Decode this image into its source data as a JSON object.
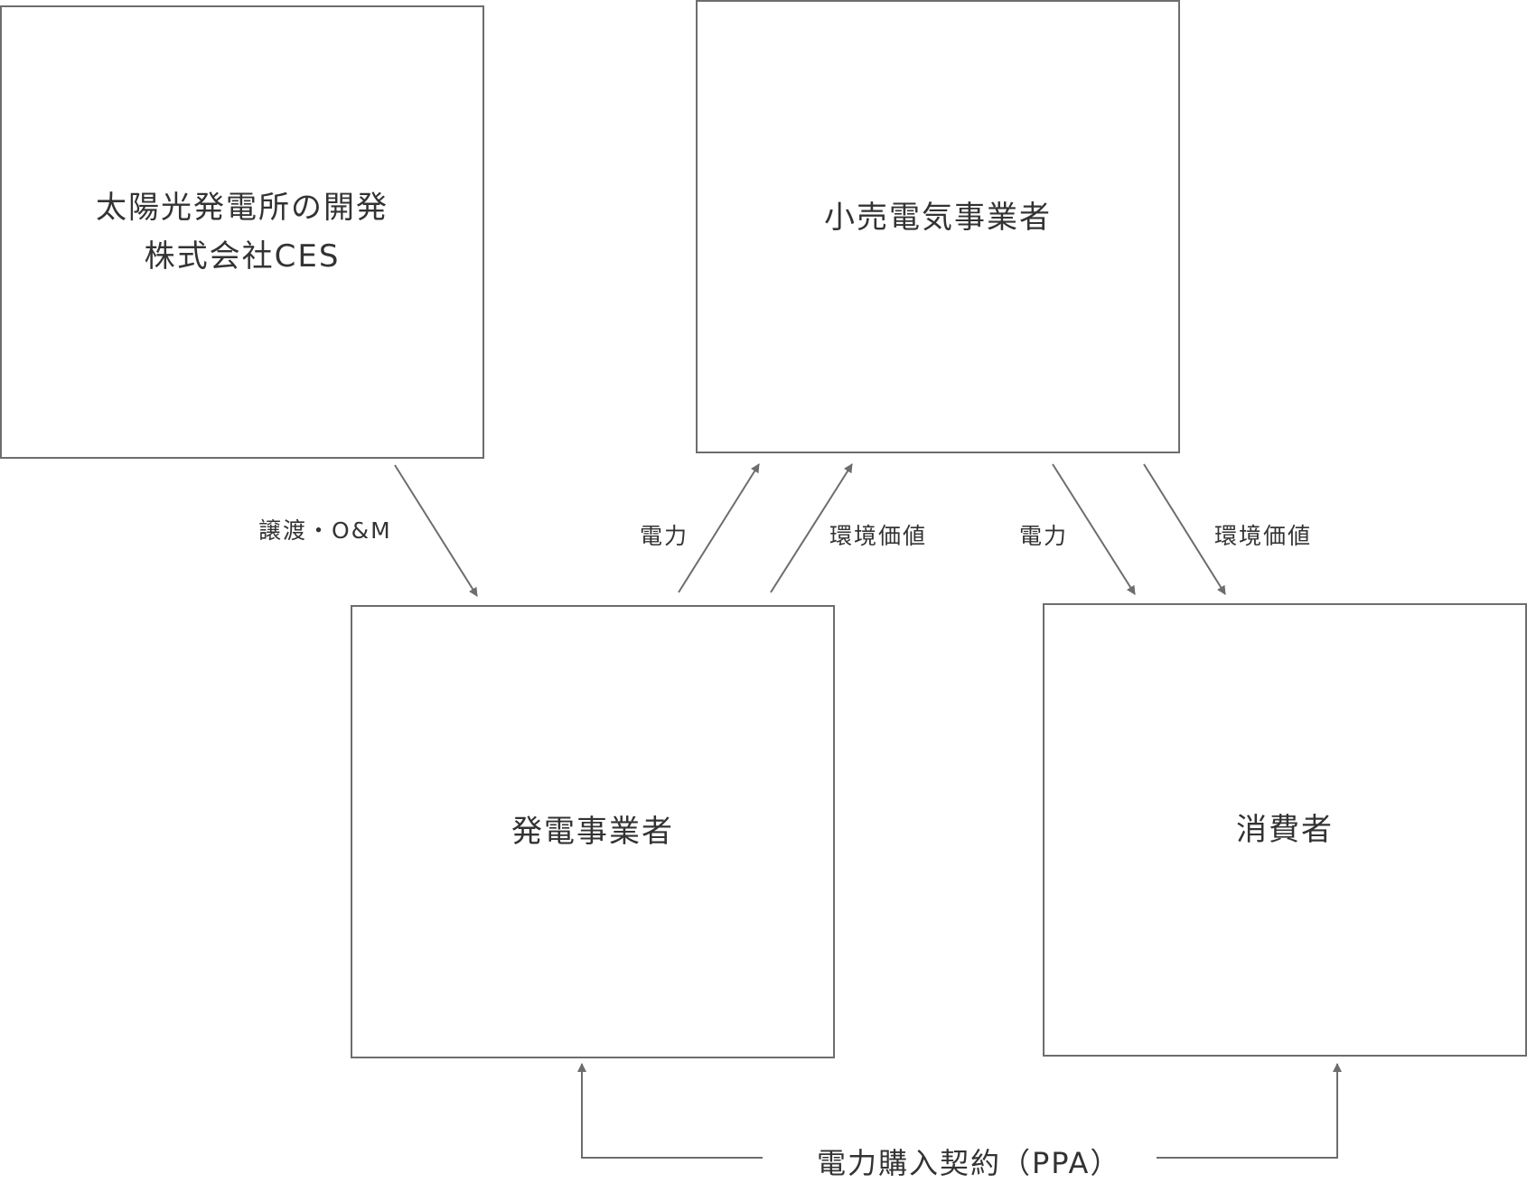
{
  "nodes": {
    "developer": {
      "line1": "太陽光発電所の開発",
      "line2": "株式会社CES"
    },
    "retailer": {
      "title": "小売電気事業者"
    },
    "generator": {
      "title": "発電事業者"
    },
    "consumer": {
      "title": "消費者"
    }
  },
  "edges": {
    "transfer_om": "譲渡・O&M",
    "gen_to_retail_power": "電力",
    "gen_to_retail_env": "環境価値",
    "retail_to_consumer_power": "電力",
    "retail_to_consumer_env": "環境価値",
    "ppa": "電力購入契約（PPA）"
  },
  "colors": {
    "stroke": "#6d6d6d",
    "arrowhead": "#6d6d6d",
    "text": "#333333"
  }
}
